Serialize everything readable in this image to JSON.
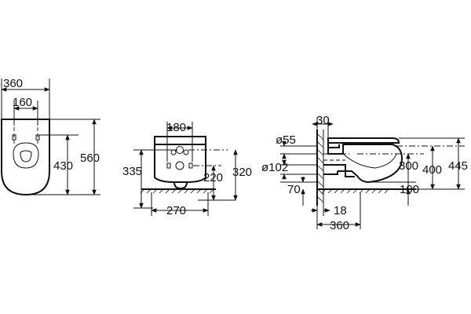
{
  "front_view": {
    "width_total": "360",
    "width_holes": "160",
    "height_total": "560",
    "height_holes": "430"
  },
  "rear_view": {
    "width_top": "180",
    "height_left": "335",
    "height_inner": "220",
    "height_right": "320",
    "width_bottom": "270"
  },
  "side_view": {
    "wall_offset": "30",
    "outlet_small": "ø55",
    "outlet_large": "ø102",
    "outlet_height": "70",
    "height_300": "300",
    "height_400": "400",
    "height_445": "445",
    "floor_gap": "100",
    "wall_gap": "18",
    "depth_total": "360"
  }
}
